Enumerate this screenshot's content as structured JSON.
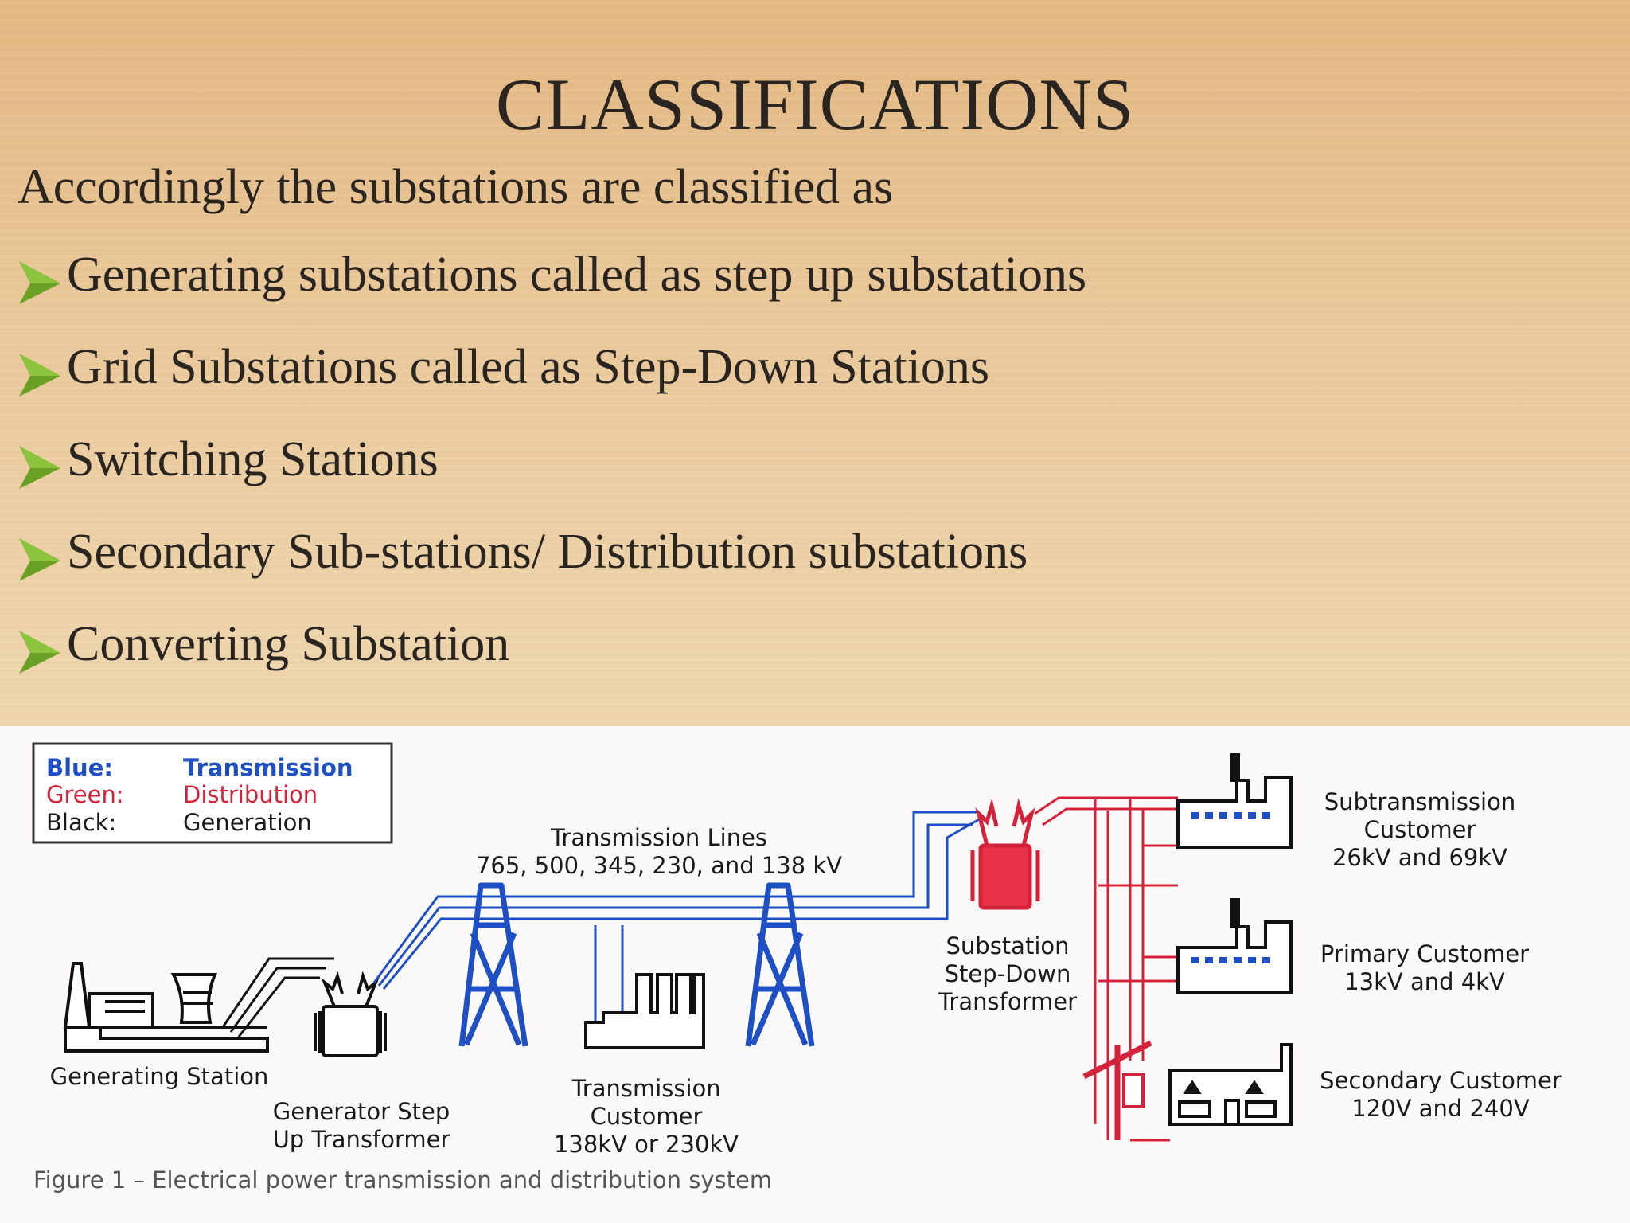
{
  "slide": {
    "title": "CLASSIFICATIONS",
    "intro": "Accordingly the substations are classified as",
    "bullet_icon": "arrow-bullet-icon",
    "bullet_color": "#6aa125",
    "bullets": [
      "Generating substations called as step up substations",
      "Grid Substations called as Step-Down Stations",
      "Switching Stations",
      "Secondary Sub-stations/ Distribution substations",
      "Converting Substation"
    ]
  },
  "figure": {
    "legend": {
      "blue_key": "Blue:",
      "blue_value": "Transmission",
      "blue_color": "#1e4fc4",
      "green_key": "Green:",
      "green_value": "Distribution",
      "green_color": "#d6213a",
      "black_key": "Black:",
      "black_value": "Generation",
      "black_color": "#1a1a1a"
    },
    "transmission_lines": {
      "line1": "Transmission Lines",
      "line2": "765, 500, 345, 230, and 138 kV"
    },
    "generating_station": "Generating Station",
    "generator_transformer": {
      "line1": "Generator Step",
      "line2": "Up Transformer"
    },
    "transmission_customer": {
      "line1": "Transmission",
      "line2": "Customer",
      "line3": "138kV or 230kV"
    },
    "substation": {
      "line1": "Substation",
      "line2": "Step-Down",
      "line3": "Transformer"
    },
    "subtransmission_customer": {
      "line1": "Subtransmission",
      "line2": "Customer",
      "line3": "26kV and 69kV"
    },
    "primary_customer": {
      "line1": "Primary Customer",
      "line2": "13kV and 4kV"
    },
    "secondary_customer": {
      "line1": "Secondary Customer",
      "line2": "120V and 240V"
    },
    "caption": "Figure 1 – Electrical power transmission and distribution system"
  }
}
